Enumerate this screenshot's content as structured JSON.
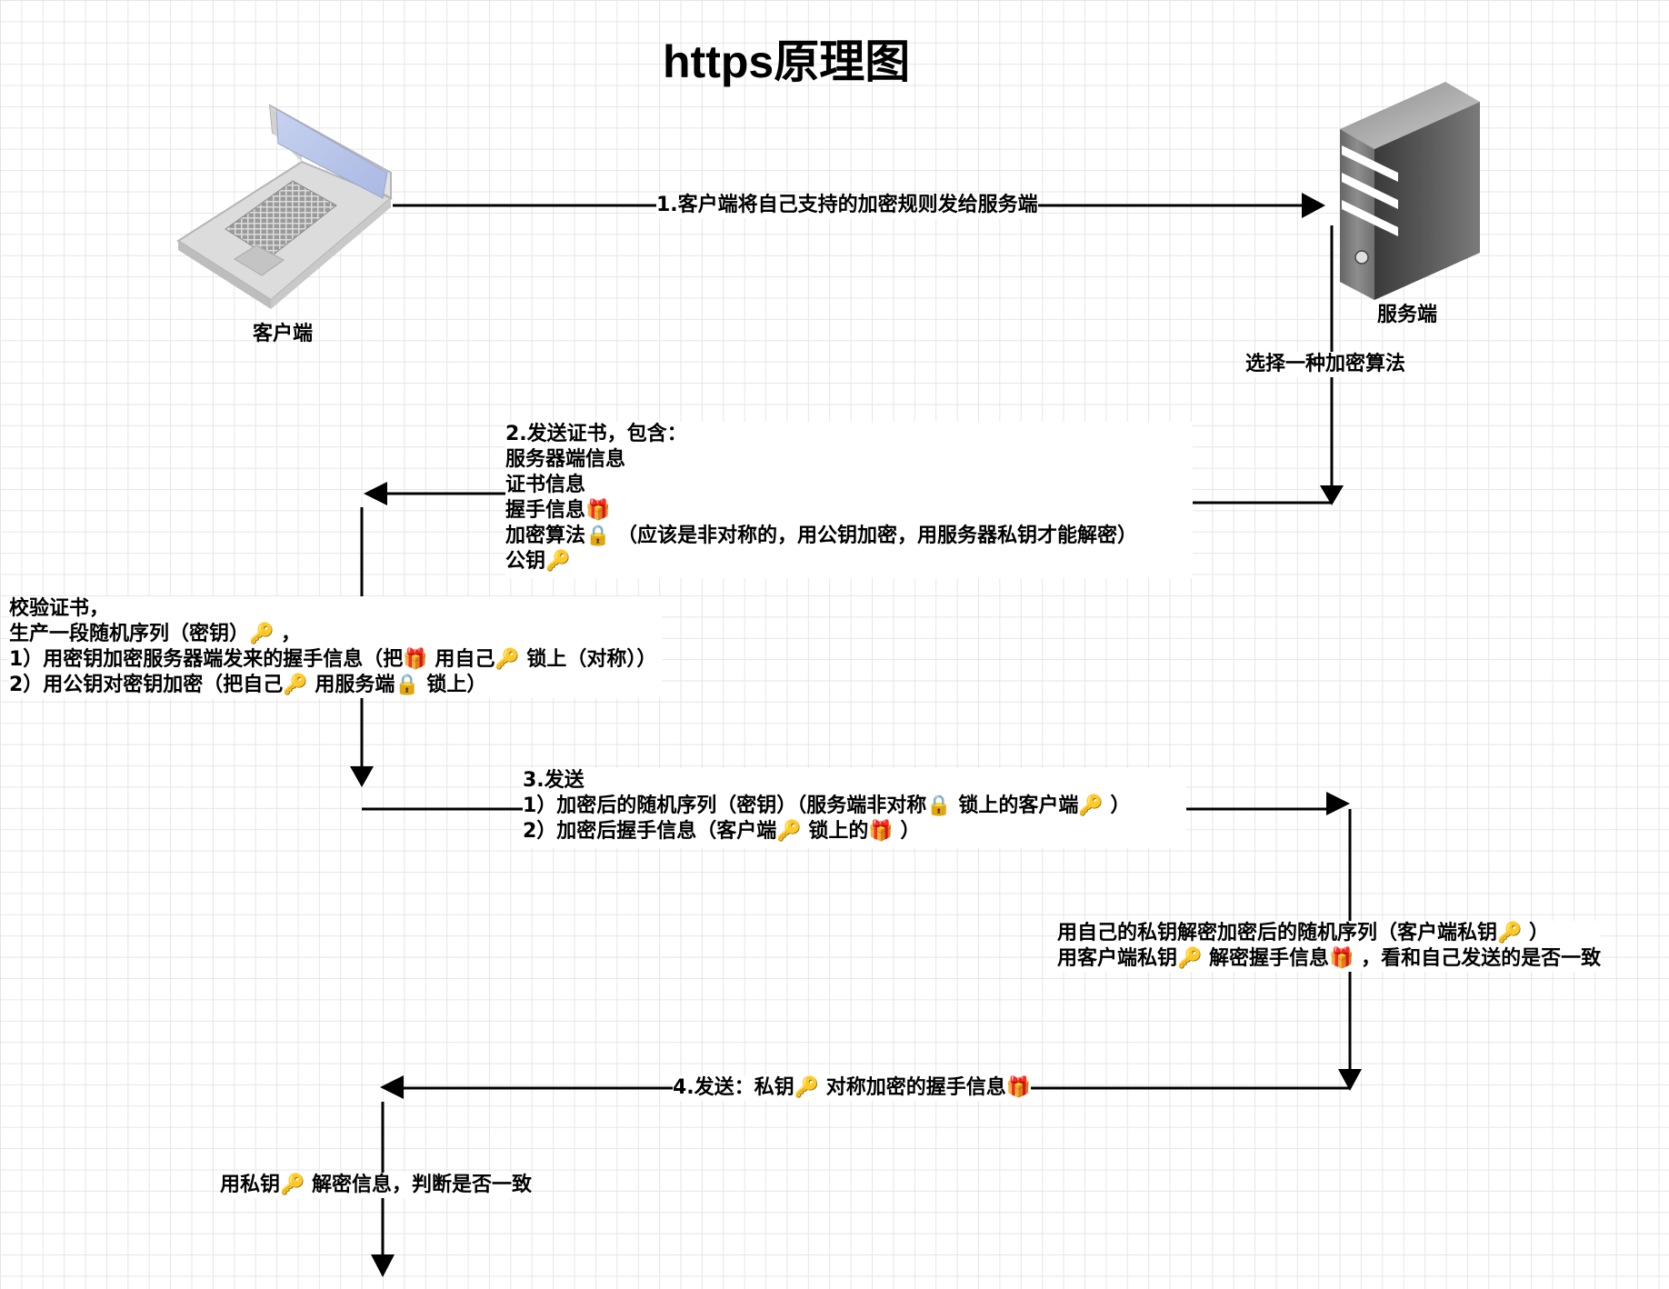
{
  "title": "https原理图",
  "nodes": {
    "client_label": "客户端",
    "server_label": "服务端"
  },
  "steps": {
    "step1": "1.客户端将自己支持的加密规则发给服务端",
    "select_algorithm": "选择一种加密算法",
    "step2": [
      "2.发送证书，包含：",
      "服务器端信息",
      "证书信息",
      "握手信息🎁",
      "加密算法🔒 （应该是非对称的，用公钥加密，用服务器私钥才能解密）",
      "公钥🔑"
    ],
    "verify": [
      "校验证书，",
      "生产一段随机序列（密钥）🔑 ，",
      "1）用密钥加密服务器端发来的握手信息（把🎁 用自己🔑 锁上（对称））",
      "2）用公钥对密钥加密（把自己🔑 用服务端🔒 锁上）"
    ],
    "step3": [
      "3.发送",
      "1）加密后的随机序列（密钥）（服务端非对称🔒 锁上的客户端🔑 ）",
      "2）加密后握手信息（客户端🔑 锁上的🎁 ）"
    ],
    "decrypt": [
      "用自己的私钥解密加密后的随机序列（客户端私钥🔑 ）",
      "用客户端私钥🔑 解密握手信息🎁 ，看和自己发送的是否一致"
    ],
    "step4": "4.发送：私钥🔑 对称加密的握手信息🎁",
    "final": "用私钥🔑 解密信息，判断是否一致"
  }
}
